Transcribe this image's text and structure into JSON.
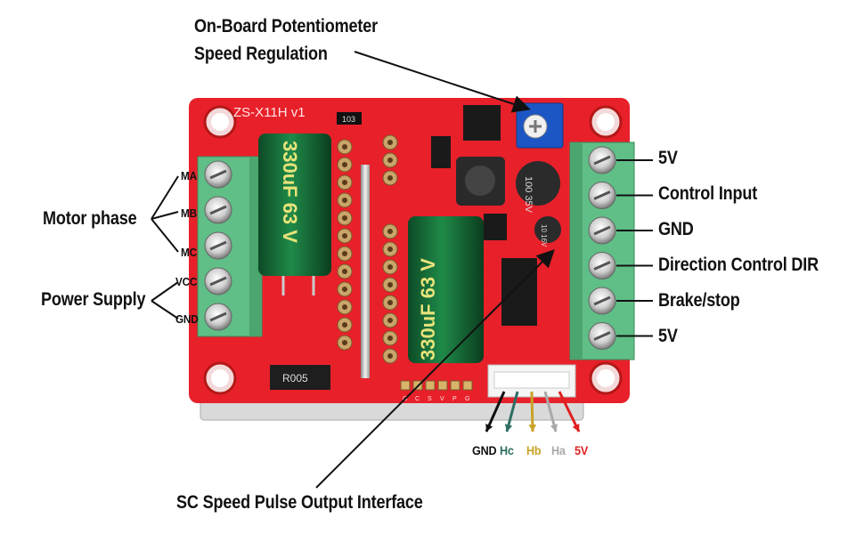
{
  "callouts": {
    "potentiometer_line1": "On-Board Potentiometer",
    "potentiometer_line2": "Speed Regulation",
    "motor_phase": "Motor phase",
    "power_supply": "Power Supply",
    "sc_output": "SC Speed Pulse Output Interface"
  },
  "left_terminals": [
    "MA",
    "MB",
    "MC",
    "VCC",
    "GND"
  ],
  "right_terminals": [
    "5V",
    "Control Input",
    "GND",
    "Direction Control DIR",
    "Brake/stop",
    "5V"
  ],
  "hall_wires": [
    {
      "label": "GND",
      "color": "#111111"
    },
    {
      "label": "Hc",
      "color": "#2e6e62"
    },
    {
      "label": "Hb",
      "color": "#c9a227"
    },
    {
      "label": "Ha",
      "color": "#a9a9a9"
    },
    {
      "label": "5V",
      "color": "#e02020"
    }
  ],
  "board": {
    "silkscreen": "ZS-X11H v1",
    "cap_big_left": "330uF 63 V",
    "cap_big_mid": "330uF 63 V",
    "cap_small_1": "100 35V",
    "cap_small_2": "10 16V",
    "resistor": "R005",
    "smd_103": "103",
    "header_pins": "G C S V P G",
    "pcb_color": "#e8202a",
    "terminal_color": "#5fbf86"
  }
}
